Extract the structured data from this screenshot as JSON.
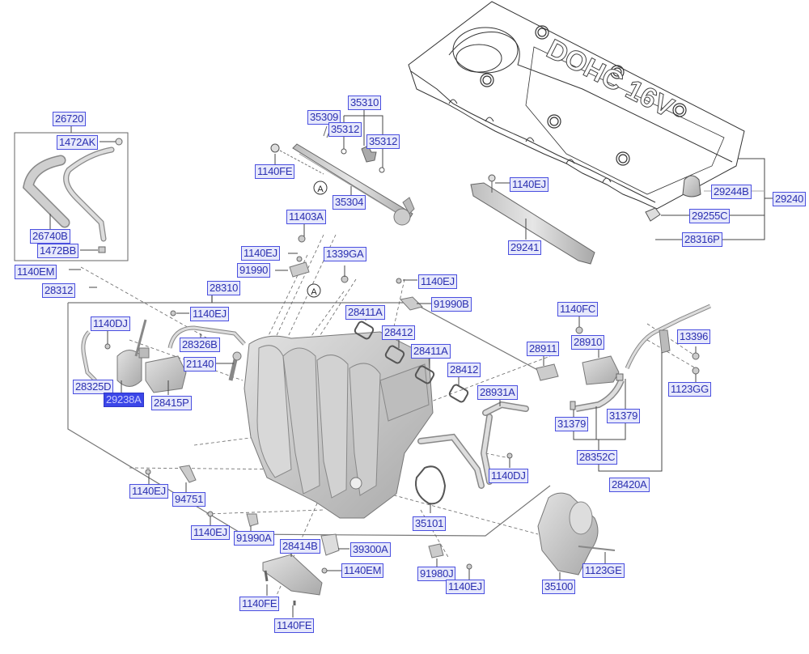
{
  "diagram": {
    "title": "Intake Manifold & Engine Cover Parts Diagram",
    "cover_emboss_text": "DOHC 16V",
    "reference_marker": "A",
    "colors": {
      "label_fill": "#e6e8fb",
      "label_border": "#4a4fe0",
      "label_text": "#2a2fb0",
      "highlight_fill": "#3b46e8",
      "part_shade": "#c9c9c9",
      "line": "#444444"
    },
    "highlighted_part": "29238A",
    "labels": [
      {
        "id": "26720",
        "text": "26720"
      },
      {
        "id": "1472AK",
        "text": "1472AK"
      },
      {
        "id": "26740B",
        "text": "26740B"
      },
      {
        "id": "1472BB",
        "text": "1472BB"
      },
      {
        "id": "1140EM_a",
        "text": "1140EM"
      },
      {
        "id": "28312",
        "text": "28312"
      },
      {
        "id": "35310",
        "text": "35310"
      },
      {
        "id": "35309",
        "text": "35309"
      },
      {
        "id": "35312_a",
        "text": "35312"
      },
      {
        "id": "35312_b",
        "text": "35312"
      },
      {
        "id": "1140FE_a",
        "text": "1140FE"
      },
      {
        "id": "35304",
        "text": "35304"
      },
      {
        "id": "1140EJ_a",
        "text": "1140EJ"
      },
      {
        "id": "29241",
        "text": "29241"
      },
      {
        "id": "29244B",
        "text": "29244B"
      },
      {
        "id": "29240",
        "text": "29240"
      },
      {
        "id": "29255C",
        "text": "29255C"
      },
      {
        "id": "28316P",
        "text": "28316P"
      },
      {
        "id": "11403A",
        "text": "11403A"
      },
      {
        "id": "1140EJ_b",
        "text": "1140EJ"
      },
      {
        "id": "91990",
        "text": "91990"
      },
      {
        "id": "1339GA",
        "text": "1339GA"
      },
      {
        "id": "28310",
        "text": "28310"
      },
      {
        "id": "1140EJ_c",
        "text": "1140EJ"
      },
      {
        "id": "91990B",
        "text": "91990B"
      },
      {
        "id": "1140DJ_a",
        "text": "1140DJ"
      },
      {
        "id": "1140EJ_d",
        "text": "1140EJ"
      },
      {
        "id": "28326B",
        "text": "28326B"
      },
      {
        "id": "21140",
        "text": "21140"
      },
      {
        "id": "28325D",
        "text": "28325D"
      },
      {
        "id": "29238A",
        "text": "29238A"
      },
      {
        "id": "28415P",
        "text": "28415P"
      },
      {
        "id": "28411A_a",
        "text": "28411A"
      },
      {
        "id": "28412_a",
        "text": "28412"
      },
      {
        "id": "28411A_b",
        "text": "28411A"
      },
      {
        "id": "28412_b",
        "text": "28412"
      },
      {
        "id": "28931A",
        "text": "28931A"
      },
      {
        "id": "1140FC",
        "text": "1140FC"
      },
      {
        "id": "28911",
        "text": "28911"
      },
      {
        "id": "28910",
        "text": "28910"
      },
      {
        "id": "13396",
        "text": "13396"
      },
      {
        "id": "1123GG",
        "text": "1123GG"
      },
      {
        "id": "31379_a",
        "text": "31379"
      },
      {
        "id": "31379_b",
        "text": "31379"
      },
      {
        "id": "28352C",
        "text": "28352C"
      },
      {
        "id": "28420A",
        "text": "28420A"
      },
      {
        "id": "1140DJ_b",
        "text": "1140DJ"
      },
      {
        "id": "1140EJ_e",
        "text": "1140EJ"
      },
      {
        "id": "94751",
        "text": "94751"
      },
      {
        "id": "1140EJ_f",
        "text": "1140EJ"
      },
      {
        "id": "91990A",
        "text": "91990A"
      },
      {
        "id": "35101",
        "text": "35101"
      },
      {
        "id": "28414B",
        "text": "28414B"
      },
      {
        "id": "39300A",
        "text": "39300A"
      },
      {
        "id": "1140EM_b",
        "text": "1140EM"
      },
      {
        "id": "91980J",
        "text": "91980J"
      },
      {
        "id": "1140EJ_g",
        "text": "1140EJ"
      },
      {
        "id": "35100",
        "text": "35100"
      },
      {
        "id": "1123GE",
        "text": "1123GE"
      },
      {
        "id": "1140FE_b",
        "text": "1140FE"
      },
      {
        "id": "1140FE_c",
        "text": "1140FE"
      }
    ]
  }
}
